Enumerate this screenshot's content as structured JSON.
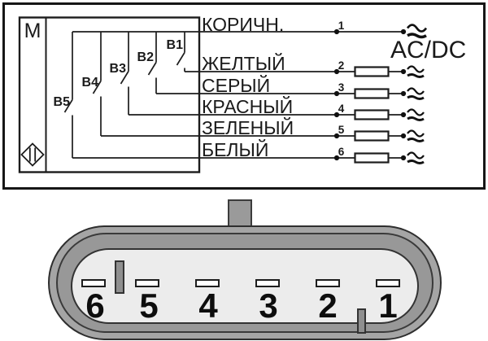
{
  "diagram": {
    "motor_label": "M",
    "supply_label": "AC/DC",
    "switches": [
      {
        "label": "B1"
      },
      {
        "label": "B2"
      },
      {
        "label": "B3"
      },
      {
        "label": "B4"
      },
      {
        "label": "B5"
      }
    ],
    "wires": [
      {
        "terminal": "1",
        "color_label": "КОРИЧН.",
        "has_load": false
      },
      {
        "terminal": "2",
        "color_label": "ЖЕЛТЫЙ",
        "has_load": true
      },
      {
        "terminal": "3",
        "color_label": "СЕРЫЙ",
        "has_load": true
      },
      {
        "terminal": "4",
        "color_label": "КРАСНЫЙ",
        "has_load": true
      },
      {
        "terminal": "5",
        "color_label": "ЗЕЛЕНЫЙ",
        "has_load": true
      },
      {
        "terminal": "6",
        "color_label": "БЕЛЫЙ",
        "has_load": true
      }
    ]
  },
  "connector": {
    "pins": [
      {
        "number": "6"
      },
      {
        "number": "5"
      },
      {
        "number": "4"
      },
      {
        "number": "3"
      },
      {
        "number": "2"
      },
      {
        "number": "1"
      }
    ]
  },
  "icons": {
    "proximity_sensor_symbol": "diamond-with-two-bars",
    "ac_dc_wave_symbol": "≃"
  },
  "colors": {
    "line": "#1d1d1d",
    "ring_outer": "#a5a5a5",
    "ring_inner": "#989898",
    "connector_face": "#ececec",
    "key_bar": "#8f8f8f",
    "background": "#ffffff"
  }
}
